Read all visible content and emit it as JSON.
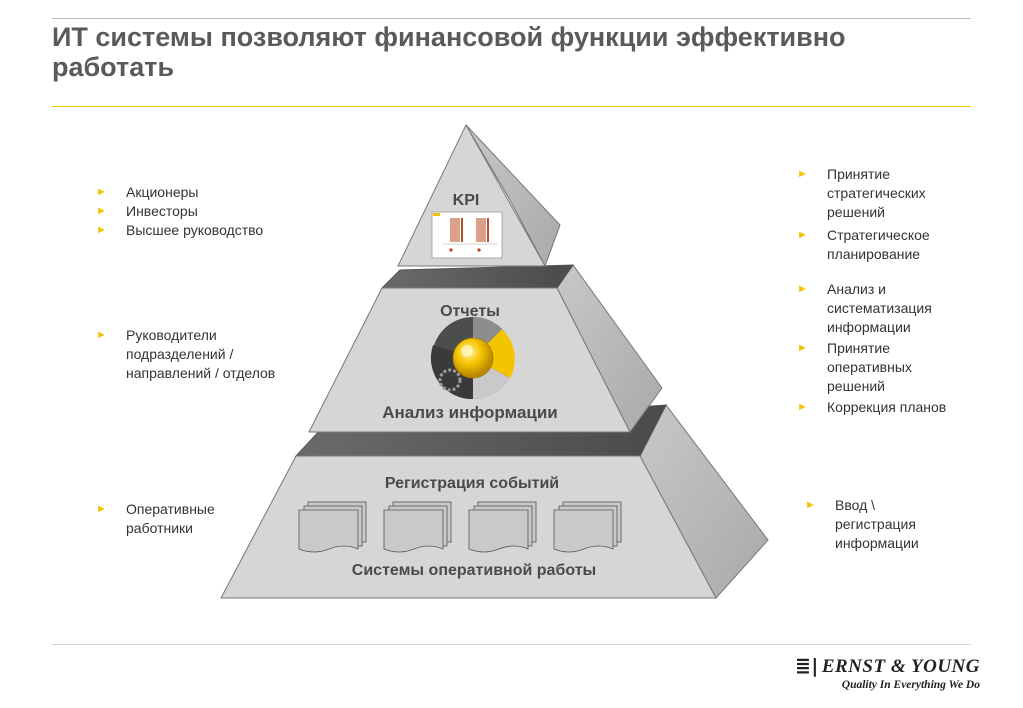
{
  "title": "ИТ системы позволяют финансовой функции эффективно работать",
  "levels": {
    "top": {
      "label": "KPI"
    },
    "middle": {
      "label_top": "Отчеты",
      "label_bottom": "Анализ информации"
    },
    "bottom": {
      "label_top": "Регистрация событий",
      "label_bottom": "Системы оперативной работы"
    }
  },
  "left_groups": [
    {
      "items": [
        "Акционеры",
        "Инвесторы",
        "Высшее руководство"
      ]
    },
    {
      "items": [
        "Руководители подразделений / направлений / отделов"
      ]
    },
    {
      "items": [
        "Оперативные работники"
      ]
    }
  ],
  "right_groups": [
    {
      "items": [
        "Принятие стратегических решений",
        "Стратегическое планирование"
      ]
    },
    {
      "items": [
        "Анализ и систематизация информации",
        "Принятие оперативных решений",
        "Коррекция планов"
      ]
    },
    {
      "items": [
        "Ввод \\ регистрация информации"
      ]
    }
  ],
  "logo": {
    "name": "ERNST & YOUNG",
    "tagline": "Quality In Everything We Do"
  },
  "colors": {
    "accent": "#f5c400",
    "face": "#d4d4d4",
    "side": "#b8b8b8",
    "dark": "#5f5f5f",
    "title": "#5a5a5a"
  }
}
